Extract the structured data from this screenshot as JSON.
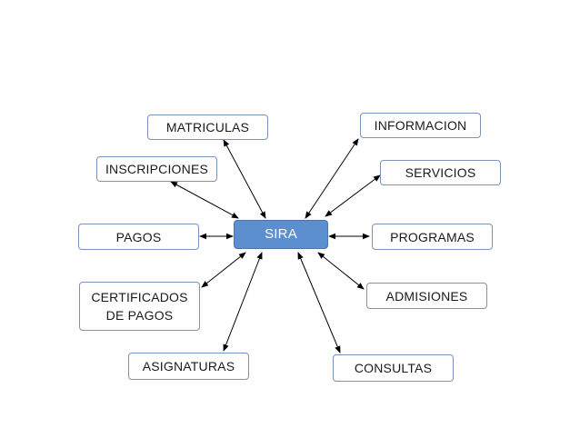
{
  "center": {
    "label": "SIRA"
  },
  "nodes": {
    "matriculas": "MATRICULAS",
    "informacion": "INFORMACION",
    "inscripciones": "INSCRIPCIONES",
    "servicios": "SERVICIOS",
    "pagos": "PAGOS",
    "programas": "PROGRAMAS",
    "certificados_line1": "CERTIFICADOS",
    "certificados_line2": "DE PAGOS",
    "admisiones": "ADMISIONES",
    "asignaturas": "ASIGNATURAS",
    "consultas": "CONSULTAS"
  },
  "colors": {
    "center_fill": "#5b8fd0",
    "node_border": "#7a93b8",
    "connector": "#000000"
  }
}
